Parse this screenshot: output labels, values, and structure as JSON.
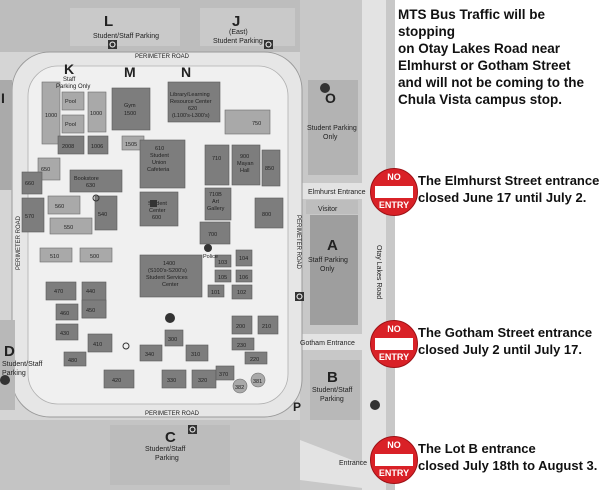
{
  "notice": {
    "lines": [
      "MTS Bus Traffic will be stopping",
      "on Otay Lakes Road near",
      "Elmhurst or Gotham Street",
      "and will not be coming to the",
      "Chula Vista campus stop."
    ]
  },
  "closures": [
    {
      "no": "NO",
      "entry": "ENTRY",
      "line1": "The Elmhurst Street entrance",
      "line2": "closed June 17 until July 2."
    },
    {
      "no": "NO",
      "entry": "ENTRY",
      "line1": "The Gotham Street entrance",
      "line2": "closed July 2 until July 17."
    },
    {
      "no": "NO",
      "entry": "ENTRY",
      "line1": "The Lot B entrance",
      "line2": "closed July 18th to August 3."
    }
  ],
  "colors": {
    "no_entry_red": "#d92127",
    "building": "#7d7d7d",
    "road": "#d8d8d8",
    "campus": "#ececec"
  },
  "roads": {
    "perimeter_top": "PERIMETER ROAD",
    "perimeter_bottom": "PERIMETER ROAD",
    "perimeter_left": "PERIMETER ROAD",
    "perimeter_right": "PERIMETER ROAD",
    "elmhurst": "Elmhurst Entrance",
    "gotham": "Gotham Entrance",
    "otay": "Otay Lakes Road",
    "entrance": "Entrance"
  },
  "lots": {
    "L": {
      "letter": "L",
      "label": "Student/Staff Parking"
    },
    "J": {
      "letter": "J",
      "label1": "(East)",
      "label2": "Student Parking"
    },
    "K": {
      "letter": "K",
      "label1": "Staff",
      "label2": "Parking Only"
    },
    "M": {
      "letter": "M"
    },
    "N": {
      "letter": "N"
    },
    "O": {
      "letter": "O",
      "label1": "Student Parking",
      "label2": "Only"
    },
    "A": {
      "letter": "A",
      "label1": "Staff Parking",
      "label2": "Only"
    },
    "B": {
      "letter": "B",
      "label1": "Student/Staff",
      "label2": "Parking"
    },
    "C": {
      "letter": "C",
      "label1": "Student/Staff",
      "label2": "Parking"
    },
    "D": {
      "letter": "D",
      "label1": "Student/Staff",
      "label2": "Parking"
    },
    "I": {
      "letter": "I"
    },
    "P": {
      "letter": "P"
    },
    "visitor": "Visitor"
  },
  "buildings": {
    "b1000": "1000",
    "pool1": "Pool",
    "pool2": "Pool",
    "b1000b": "1000",
    "b2008": "2008",
    "b1006": "1006",
    "gym_l1": "Gym",
    "gym_l2": "1500",
    "b1505": "1505",
    "lib_l1": "Library/Learning",
    "lib_l2": "Resource Center",
    "lib_l3": "620",
    "lib_l4": "(L100's-L300's)",
    "b750": "750",
    "su_l1": "610",
    "su_l2": "Student",
    "su_l3": "Union",
    "su_l4": "Cafeteria",
    "b710": "710",
    "mayan_l1": "900",
    "mayan_l2": "Mayan",
    "mayan_l3": "Hall",
    "b850": "850",
    "art_l1": "710B",
    "art_l2": "Art",
    "art_l3": "Gallery",
    "b650": "650",
    "b660": "660",
    "bookstore_l1": "Bookstore",
    "bookstore_l2": "630",
    "sc_l1": "Student",
    "sc_l2": "Center",
    "sc_l3": "600",
    "b570": "570",
    "b560": "560",
    "b540": "540",
    "b550": "550",
    "b700": "700",
    "b800": "800",
    "b510": "510",
    "b500": "500",
    "ssc_l1": "1400",
    "ssc_l2": "(S100's-S200's)",
    "ssc_l3": "Student Services",
    "ssc_l4": "Center",
    "police": "Police",
    "b103": "103",
    "b104": "104",
    "b105": "105",
    "b106": "106",
    "b101": "101",
    "b102": "102",
    "b470": "470",
    "b440": "440",
    "b450": "450",
    "b460": "460",
    "b430": "430",
    "b410": "410",
    "b480": "480",
    "b420": "420",
    "b340": "340",
    "b300": "300",
    "b310": "310",
    "b330": "330",
    "b320": "320",
    "b200": "200",
    "b210": "210",
    "b230": "230",
    "b220": "220",
    "b370": "370",
    "b382": "382",
    "b381": "381"
  },
  "icons": [
    "accessible-parking-icon",
    "bus-stop-icon",
    "information-icon",
    "first-aid-icon",
    "bike-rack-icon",
    "atm-icon"
  ]
}
